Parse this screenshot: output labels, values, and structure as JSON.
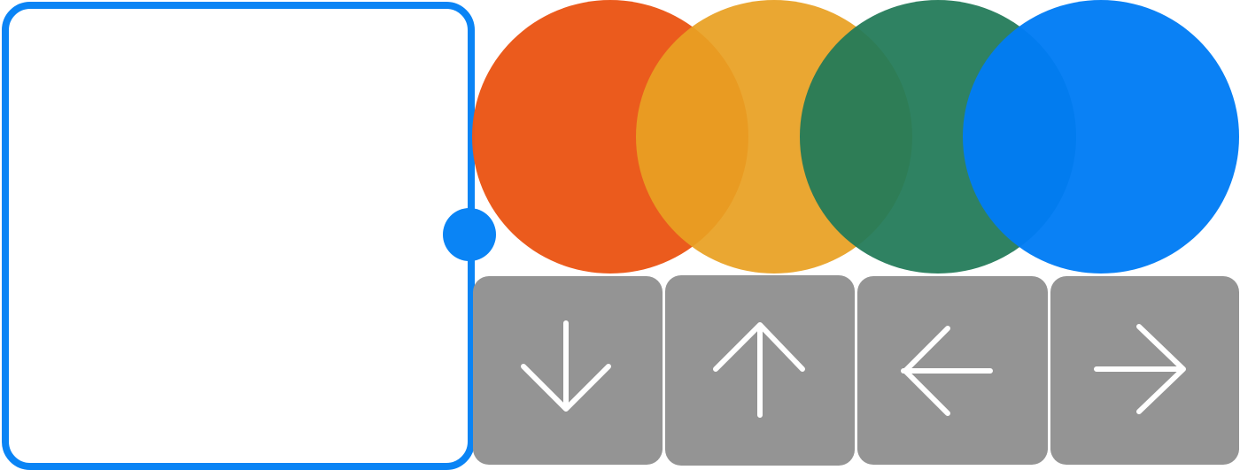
{
  "palette": {
    "accent": "#0a84f5",
    "key_bg": "#949494",
    "circles": [
      {
        "name": "orange",
        "color": "rgba(235,88,24,0.98)"
      },
      {
        "name": "yellow",
        "color": "rgba(232,160,34,0.93)"
      },
      {
        "name": "green",
        "color": "rgba(34,122,88,0.94)"
      },
      {
        "name": "blue",
        "color": "rgba(0,124,245,0.96)"
      }
    ]
  },
  "keys": [
    {
      "name": "arrow-down",
      "icon": "arrow-down-icon"
    },
    {
      "name": "arrow-up",
      "icon": "arrow-up-icon"
    },
    {
      "name": "arrow-left",
      "icon": "arrow-left-icon"
    },
    {
      "name": "arrow-right",
      "icon": "arrow-right-icon"
    }
  ]
}
